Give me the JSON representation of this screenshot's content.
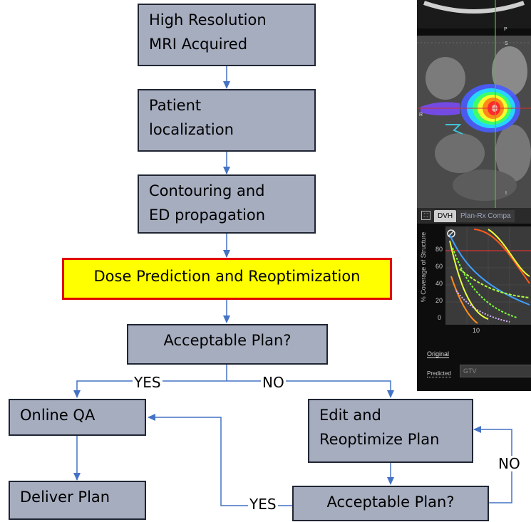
{
  "steps": {
    "mri": [
      "High Resolution",
      "MRI Acquired"
    ],
    "localization": [
      "Patient",
      "localization"
    ],
    "contouring": [
      "Contouring and",
      "ED propagation"
    ],
    "dose": "Dose Prediction and Reoptimization",
    "acceptable1": "Acceptable Plan?",
    "online_qa": "Online QA",
    "deliver": "Deliver Plan",
    "edit": [
      "Edit and",
      "Reoptimize Plan"
    ],
    "acceptable2": "Acceptable Plan?"
  },
  "labels": {
    "yes1": "YES",
    "no1": "NO",
    "yes2": "YES",
    "no2": "NO"
  },
  "screenshot": {
    "tab_dvh": "DVH",
    "tab_plan": "Plan-Rx Compa",
    "y_axis": "% Coverage of Structure",
    "y_ticks": [
      "80",
      "60",
      "40",
      "20",
      "0"
    ],
    "x_tick": "10",
    "legend_original": "Original",
    "legend_predicted": "Predicted",
    "structure": "GTV",
    "marker_p": "P",
    "marker_s": "S",
    "marker_r": "R",
    "marker_i": "I"
  },
  "colors": {
    "box_fill": "#a6adbf",
    "box_border": "#1f2533",
    "arrow": "#4472c4",
    "highlight_fill": "#ffff00",
    "highlight_border": "#e00000"
  }
}
